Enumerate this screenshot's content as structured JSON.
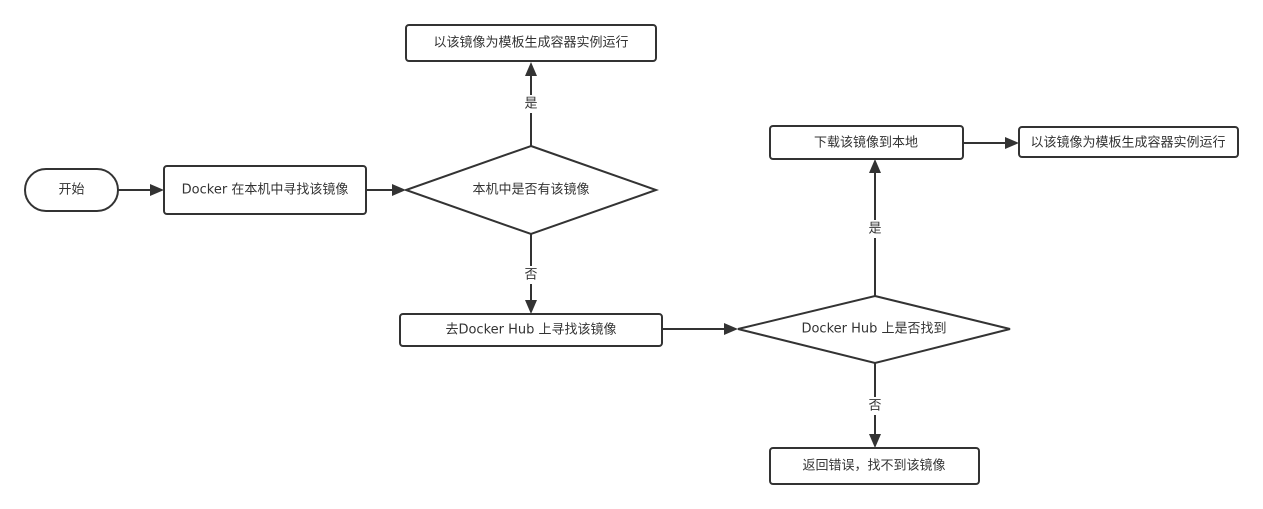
{
  "nodes": {
    "start": "开始",
    "find_local": "Docker 在本机中寻找该镜像",
    "local_decision": "本机中是否有该镜像",
    "run_local": "以该镜像为模板生成容器实例运行",
    "find_hub": "去Docker Hub 上寻找该镜像",
    "hub_decision": "Docker Hub 上是否找到",
    "download": "下载该镜像到本地",
    "run_hub": "以该镜像为模板生成容器实例运行",
    "error": "返回错误，找不到该镜像"
  },
  "edge_labels": {
    "local_yes": "是",
    "local_no": "否",
    "hub_yes": "是",
    "hub_no": "否"
  }
}
